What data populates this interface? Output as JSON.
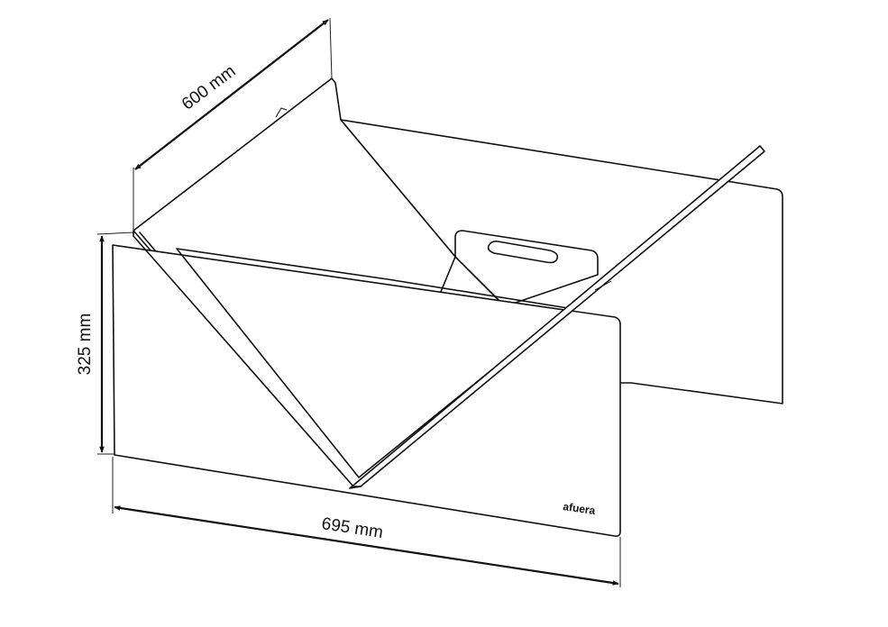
{
  "dimensions": {
    "depth": "600 mm",
    "height": "325 mm",
    "width": "695 mm"
  },
  "brand": "afuera"
}
